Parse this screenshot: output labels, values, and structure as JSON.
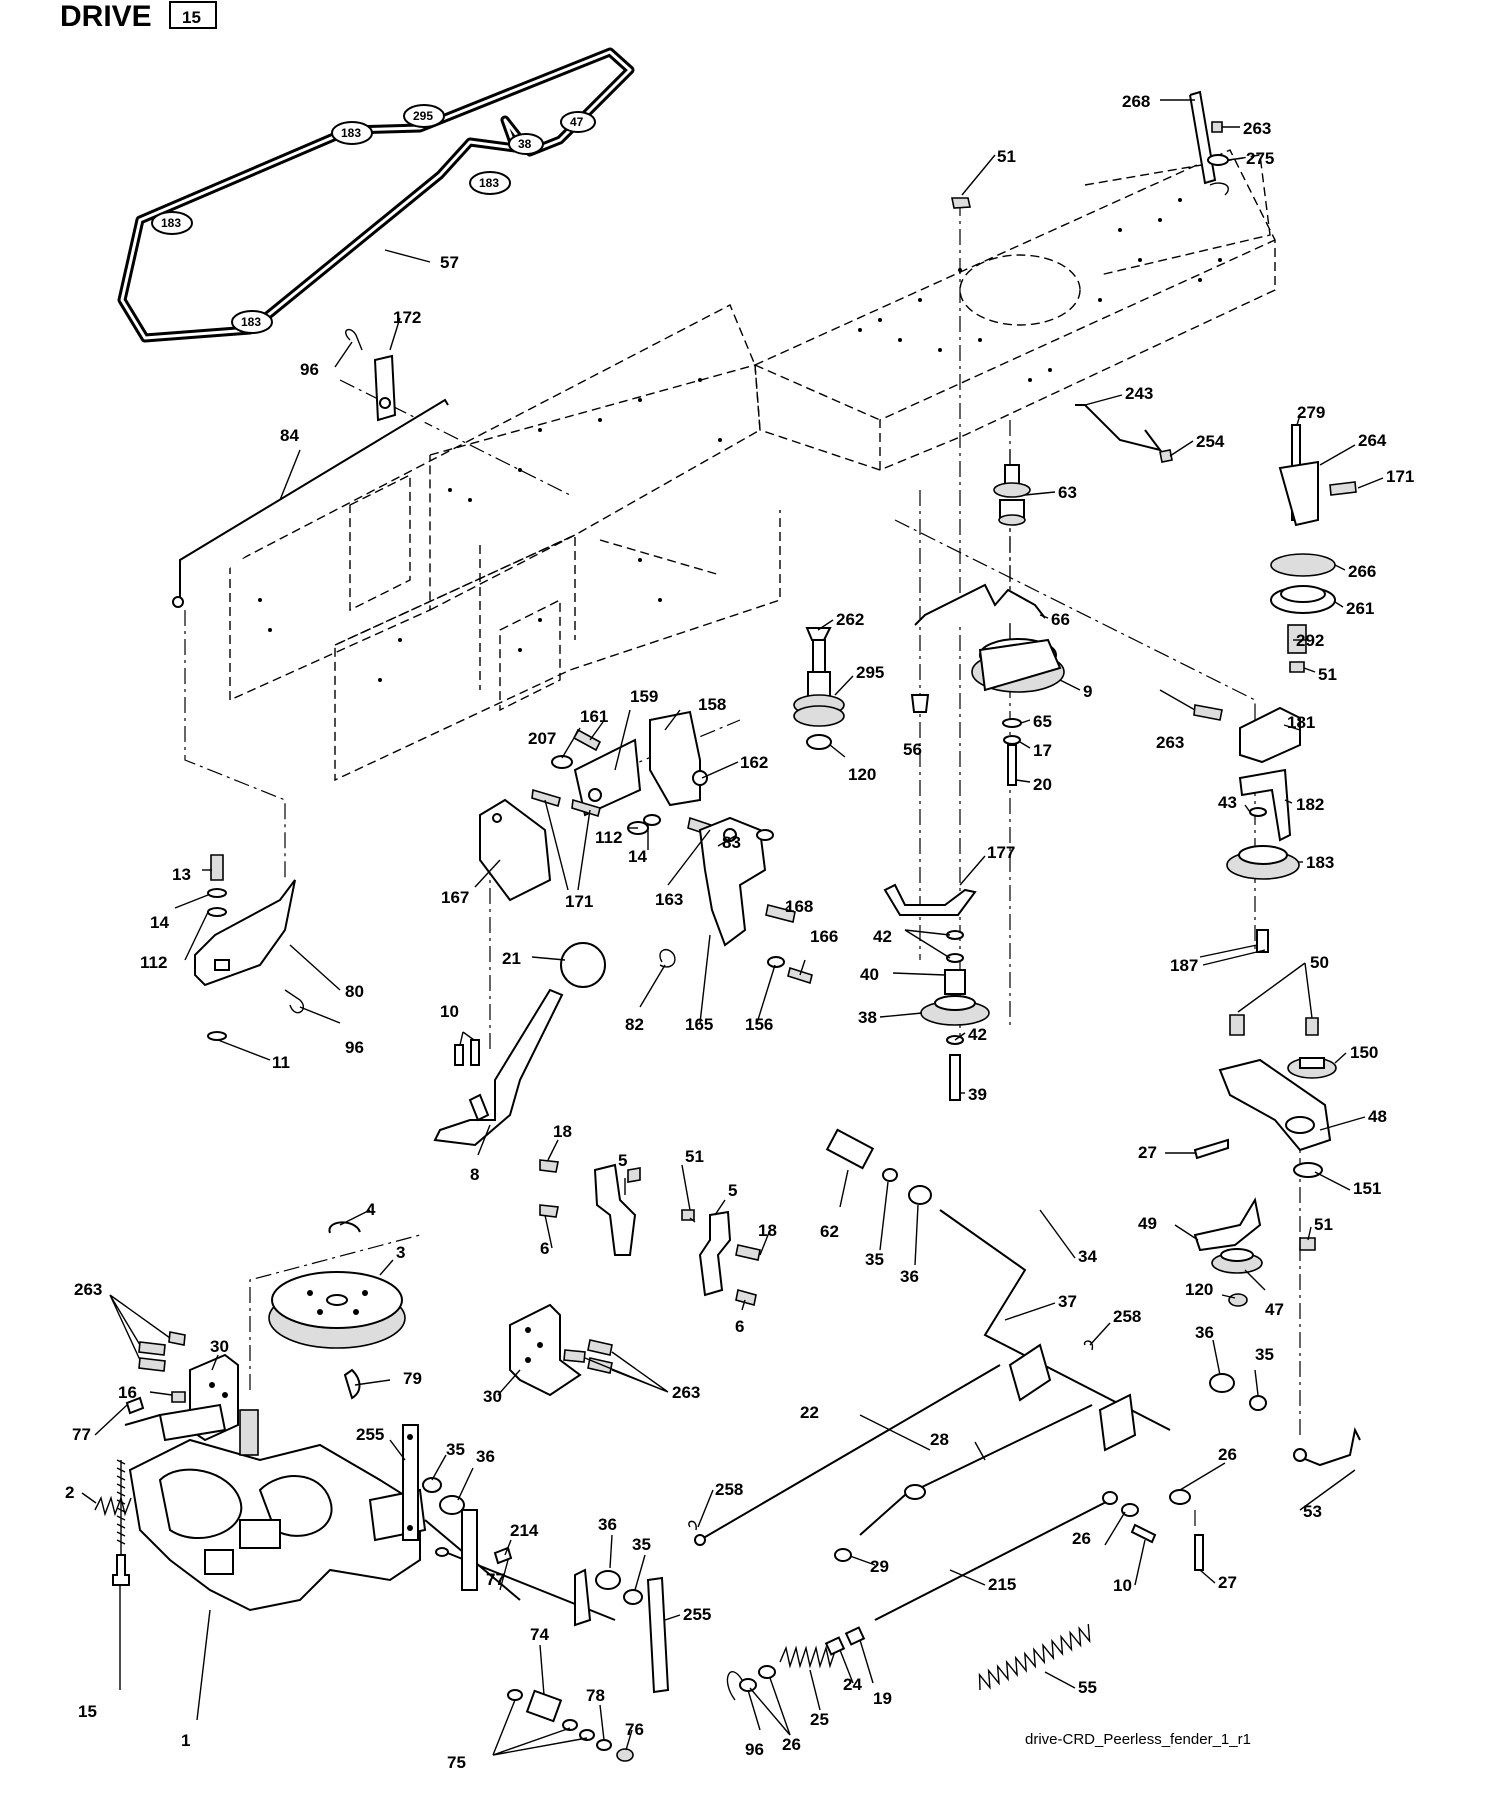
{
  "header": {
    "title": "DRIVE",
    "page_tag": "15"
  },
  "drawing_id": "drive-CRD_Peerless_fender_1_r1",
  "belt_tags": [
    "183",
    "295",
    "47",
    "38",
    "183",
    "183",
    "183"
  ],
  "callouts": [
    "57",
    "268",
    "263",
    "275",
    "51",
    "172",
    "96",
    "84",
    "243",
    "254",
    "279",
    "264",
    "171",
    "63",
    "266",
    "261",
    "66",
    "262",
    "292",
    "51",
    "295",
    "9",
    "56",
    "65",
    "17",
    "20",
    "207",
    "161",
    "159",
    "158",
    "162",
    "120",
    "263",
    "181",
    "43",
    "182",
    "183",
    "112",
    "14",
    "163",
    "83",
    "177",
    "13",
    "167",
    "171",
    "168",
    "166",
    "42",
    "14",
    "112",
    "21",
    "40",
    "187",
    "50",
    "80",
    "82",
    "165",
    "156",
    "38",
    "42",
    "96",
    "10",
    "11",
    "39",
    "150",
    "8",
    "48",
    "27",
    "18",
    "51",
    "5",
    "5",
    "62",
    "18",
    "35",
    "36",
    "151",
    "51",
    "49",
    "34",
    "4",
    "3",
    "6",
    "6",
    "263",
    "30",
    "120",
    "47",
    "37",
    "36",
    "35",
    "258",
    "79",
    "16",
    "263",
    "30",
    "77",
    "22",
    "28",
    "255",
    "35",
    "36",
    "2",
    "26",
    "53",
    "258",
    "214",
    "36",
    "35",
    "29",
    "26",
    "215",
    "10",
    "255",
    "77",
    "27",
    "15",
    "74",
    "1",
    "78",
    "24",
    "19",
    "55",
    "76",
    "25",
    "96",
    "26",
    "75"
  ]
}
